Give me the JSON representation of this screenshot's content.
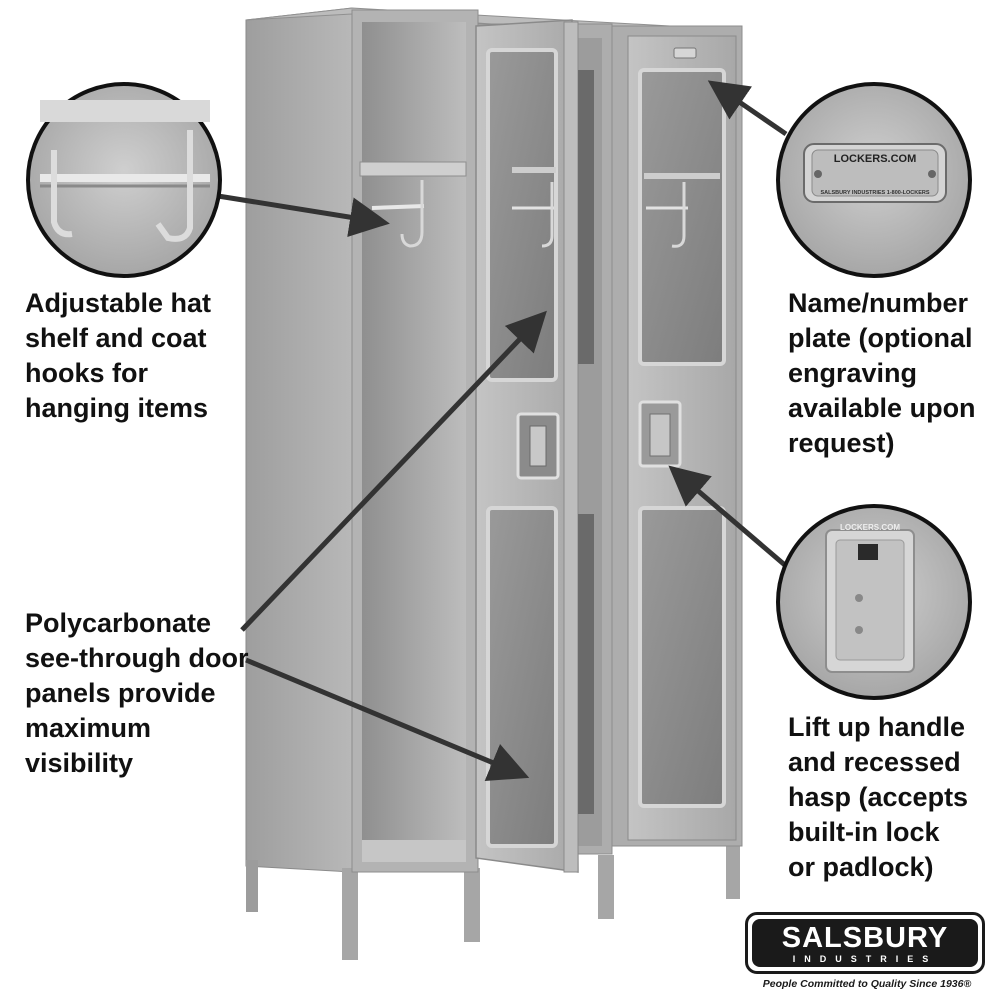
{
  "callouts": {
    "hat_shelf": "Adjustable hat\nshelf and coat\nhooks for\nhanging items",
    "polycarbonate": "Polycarbonate\nsee-through door\npanels provide\nmaximum\nvisibility",
    "name_plate": "Name/number\nplate (optional\nengraving\navailable upon\nrequest)",
    "handle": "Lift up handle\nand recessed\nhasp (accepts\nbuilt-in lock\nor padlock)"
  },
  "name_plate": {
    "top_text": "LOCKERS.COM",
    "bottom_text": "SALSBURY INDUSTRIES   1-800-LOCKERS"
  },
  "handle_detail": {
    "stamp_text": "LOCKERS.COM"
  },
  "brand": {
    "name": "SALSBURY",
    "sub": "INDUSTRIES",
    "tagline": "People Committed to Quality Since 1936®"
  },
  "colors": {
    "locker_gray": "#a9a9a9",
    "text": "#111111",
    "logo_dark": "#1a1a1a"
  }
}
